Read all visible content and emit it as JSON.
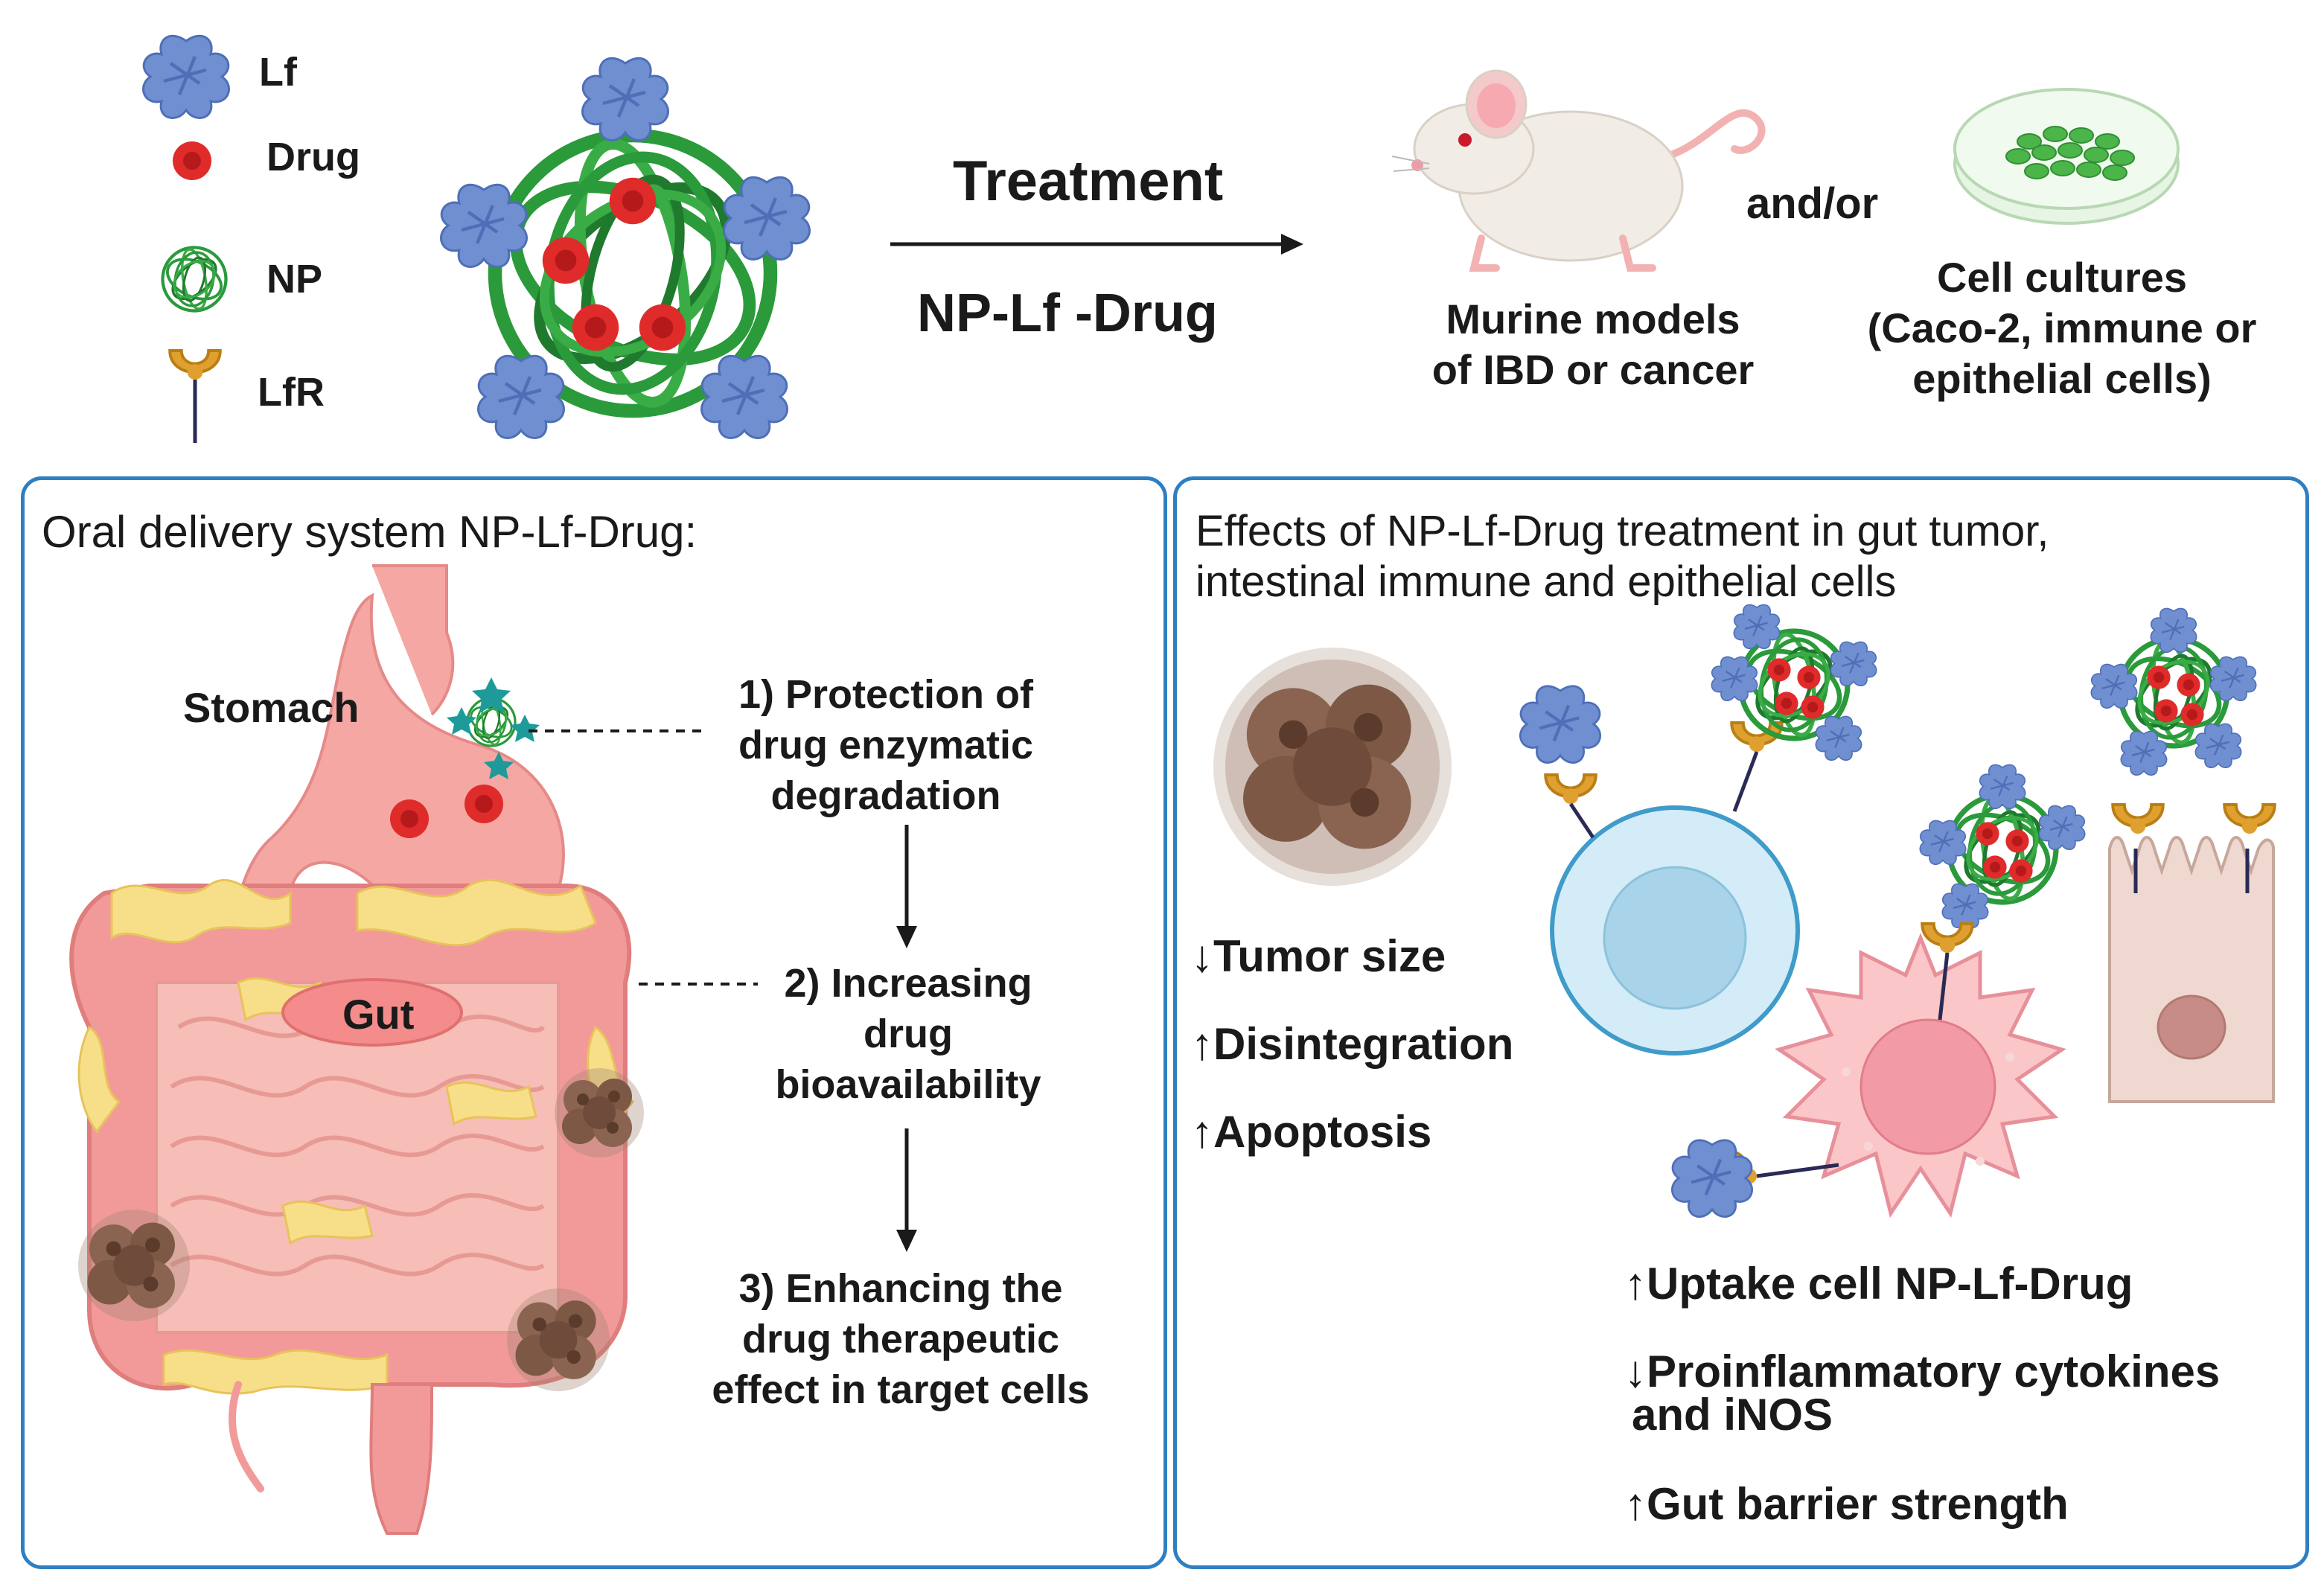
{
  "legend": {
    "items": [
      {
        "label": "Lf",
        "icon": "lactoferrin-icon"
      },
      {
        "label": "Drug",
        "icon": "drug-dot-icon"
      },
      {
        "label": "NP",
        "icon": "nanoparticle-icon"
      },
      {
        "label": "LfR",
        "icon": "receptor-icon"
      }
    ]
  },
  "treatment": {
    "title": "Treatment",
    "subtitle": "NP-Lf -Drug",
    "andor": "and/or"
  },
  "models": {
    "murine": [
      "Murine models",
      "of IBD or cancer"
    ],
    "cells": [
      "Cell cultures",
      "(Caco-2, immune or",
      "epithelial cells)"
    ]
  },
  "left_panel": {
    "title": "Oral delivery system NP-Lf-Drug:",
    "stomach_label": "Stomach",
    "gut_label": "Gut",
    "steps": [
      [
        "1) Protection of",
        "drug enzymatic",
        "degradation"
      ],
      [
        "2) Increasing",
        "drug",
        "bioavailability"
      ],
      [
        "3) Enhancing the",
        "drug therapeutic",
        "effect in target cells"
      ]
    ]
  },
  "right_panel": {
    "title_lines": [
      "Effects of NP-Lf-Drug treatment in gut tumor,",
      "intestinal immune and epithelial cells"
    ],
    "tumor_effects": [
      {
        "arrow": "↓",
        "text": "Tumor size"
      },
      {
        "arrow": "↑",
        "text": "Disintegration"
      },
      {
        "arrow": "↑",
        "text": "Apoptosis"
      }
    ],
    "cell_effects": [
      {
        "arrow": "↑",
        "text": "Uptake cell NP-Lf-Drug"
      },
      {
        "arrow": "↓",
        "text": "Proinflammatory cytokines",
        "text2": "and iNOS"
      },
      {
        "arrow": "↑",
        "text": "Gut barrier strength"
      }
    ]
  },
  "colors": {
    "panel_border": "#2e7fc1",
    "lactoferrin": "#6f8fd0",
    "drug": "#e02b2b",
    "np_strand": "#2a9a3a",
    "receptor": "#e0a030",
    "stomach": "#f5a7a3",
    "fat": "#f7df8a",
    "tumor": "#8a6450",
    "immune_cell": "#bde0f0",
    "macrophage": "#f9b9bd",
    "epithelial": "#eed8d0"
  }
}
